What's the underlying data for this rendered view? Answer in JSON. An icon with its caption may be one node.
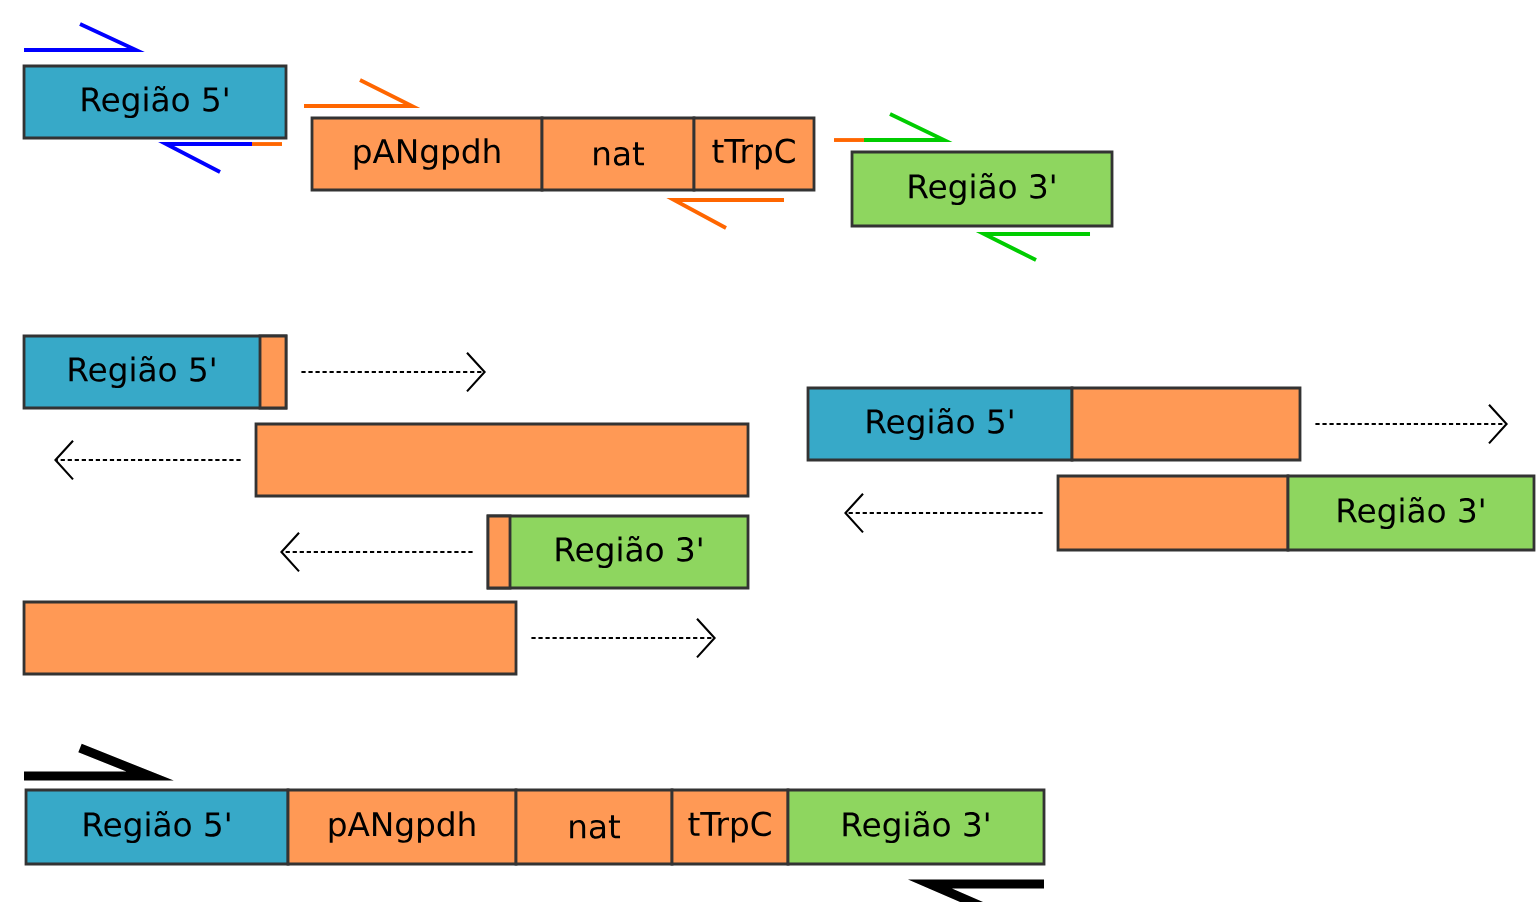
{
  "diagram": {
    "nodes": [
      {
        "text": [
          "Região 5'"
        ]
      },
      {
        "text": [
          "pANgpdh"
        ]
      },
      {
        "text": [
          "nat"
        ]
      },
      {
        "text": [
          "tTrpC"
        ]
      },
      {
        "text": [
          "Região 3'"
        ]
      },
      {
        "text": [
          "Região 5'"
        ]
      },
      {
        "text": [],
        "shape": "box"
      },
      {
        "text": [
          "Região 3'"
        ]
      },
      {
        "text": [],
        "shape": "box"
      },
      {
        "text": [
          "Região 5'"
        ]
      },
      {
        "text": [],
        "shape": "box"
      },
      {
        "text": [],
        "shape": "box"
      },
      {
        "text": [
          "Região 3'"
        ]
      },
      {
        "text": [
          "Região 5'"
        ]
      },
      {
        "text": [
          "pANgpdh"
        ]
      },
      {
        "text": [
          "nat"
        ]
      },
      {
        "text": [
          "tTrpC"
        ]
      },
      {
        "text": [
          "Região 3'"
        ]
      }
    ],
    "edges": [
      {
        "from": 5,
        "to": null,
        "arrow": "to",
        "style": "dashed"
      },
      {
        "from": 6,
        "to": null,
        "arrow": "to",
        "style": "dashed"
      },
      {
        "from": 7,
        "to": null,
        "arrow": "to",
        "style": "dashed"
      },
      {
        "from": 8,
        "to": null,
        "arrow": "to",
        "style": "dashed"
      },
      {
        "from": 10,
        "to": null,
        "arrow": "to",
        "style": "dashed"
      },
      {
        "from": 11,
        "to": null,
        "arrow": "to",
        "style": "dashed"
      }
    ]
  }
}
